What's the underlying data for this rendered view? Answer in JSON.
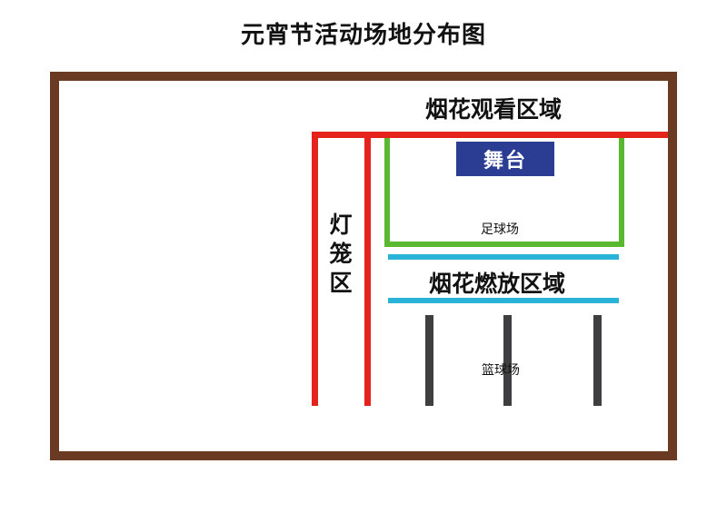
{
  "title": "元宵节活动场地分布图",
  "zones": {
    "fireworks_viewing": "烟花观看区域",
    "stage": "舞台",
    "football_field": "足球场",
    "fireworks_launch": "烟花燃放区域",
    "basketball_court": "篮球场",
    "lantern_area": "灯笼区"
  },
  "colors": {
    "boundary": "#6b3a22",
    "lantern_lines": "#e3231c",
    "football_frame": "#58b82f",
    "launch_lines": "#2ab3d6",
    "stage_fill": "#2b3d93",
    "court_lines": "#3f3f42"
  }
}
